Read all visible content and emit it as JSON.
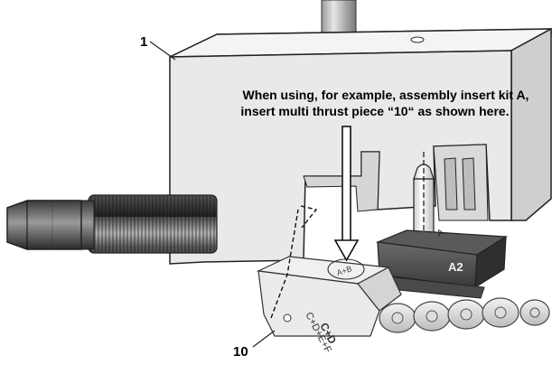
{
  "labels": {
    "part_1": "1",
    "part_10": "10"
  },
  "note": {
    "line1": "When using, for example, assembly insert kit A,",
    "line2": "insert multi thrust piece “10“ as shown here."
  },
  "markings": {
    "sleeve": "A2",
    "block_side": "C+D",
    "block_side2": "C+D+E+F",
    "circled": "A+B",
    "pin": "A"
  },
  "colors": {
    "body_front": "#e9e9e9",
    "body_top": "#f4f4f4",
    "body_side": "#cfcfcf",
    "outline": "#222222"
  }
}
